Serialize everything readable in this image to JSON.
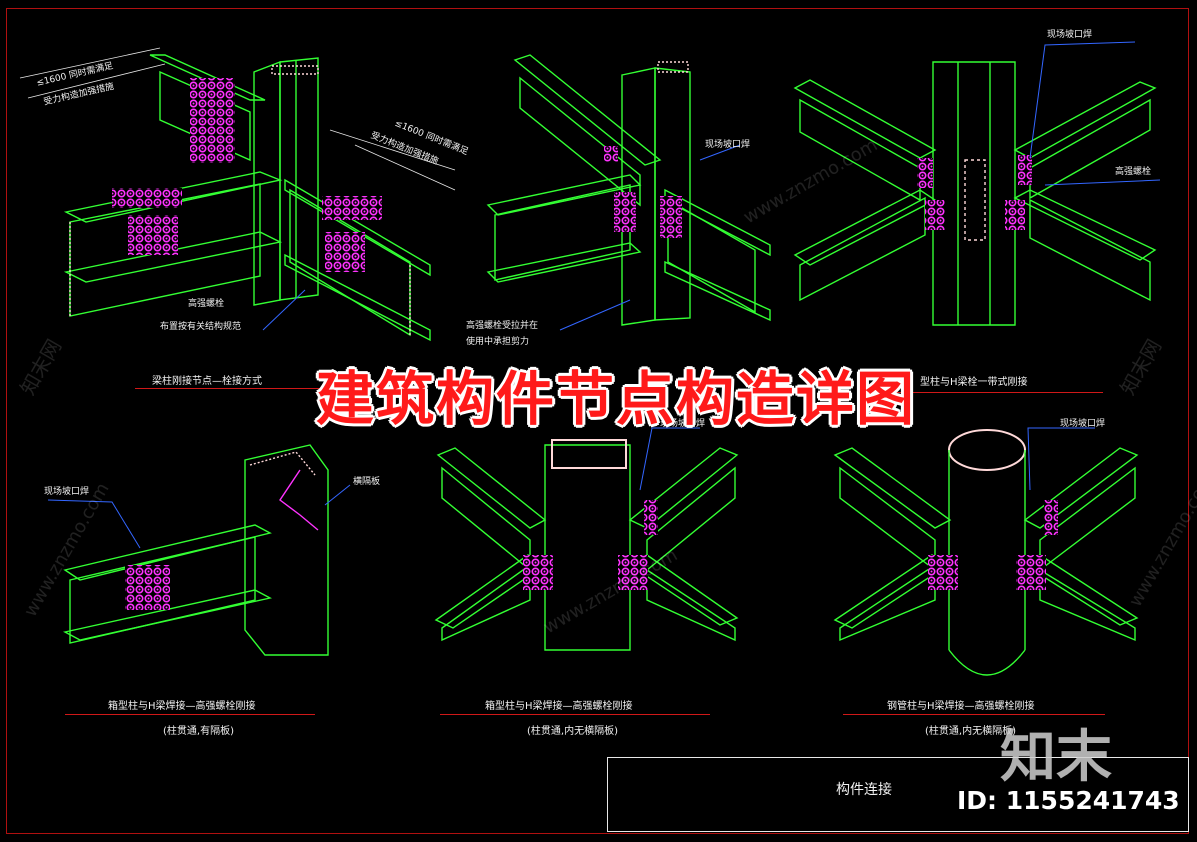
{
  "banner_title": "建筑构件节点构造详图",
  "colors": {
    "background": "#000000",
    "structure_line": "#33ff33",
    "bolt": "#ff33ff",
    "leader": "#3366ff",
    "section_edge": "#ffd9d9",
    "frame": "#b01010",
    "banner": "#ff1a1a"
  },
  "annotations": {
    "d1_dim_top": "≤1600  同时需满足",
    "d1_dim_top2": "受力构造加强措施",
    "d1_dim_right": "≤1600  同时需满足",
    "d1_dim_right2": "受力构造加强措施",
    "d1_bolt": "高强螺栓",
    "d1_note": "布置按有关结构规范",
    "d2_weld": "现场坡口焊",
    "d2_note1": "高强螺栓受拉并在",
    "d2_note2": "使用中承担剪力",
    "d3_weld": "现场坡口焊",
    "d3_bolt": "高强螺栓",
    "d4_weld": "现场坡口焊",
    "d4_plate": "横隔板",
    "d5_weld": "现场坡口焊",
    "d6_weld": "现场坡口焊"
  },
  "captions": {
    "d1": "梁柱刚接节点—栓接方式",
    "d3_prefix": "或",
    "d3": "型柱与H梁栓一带式刚接",
    "d4_main": "箱型柱与H梁焊接—高强螺栓刚接",
    "d4_sub": "(柱贯通,有隔板)",
    "d5_main": "箱型柱与H梁焊接—高强螺栓刚接",
    "d5_sub": "(柱贯通,内无横隔板)",
    "d6_main": "钢管柱与H梁焊接—高强螺栓刚接",
    "d6_sub": "(柱贯通,内无横隔板)"
  },
  "title_block": {
    "text": "构件连接"
  },
  "branding": {
    "logo": "知末",
    "id": "ID: 1155241743",
    "watermark_cn": "知末网",
    "watermark_url": "www.znzmo.com"
  }
}
